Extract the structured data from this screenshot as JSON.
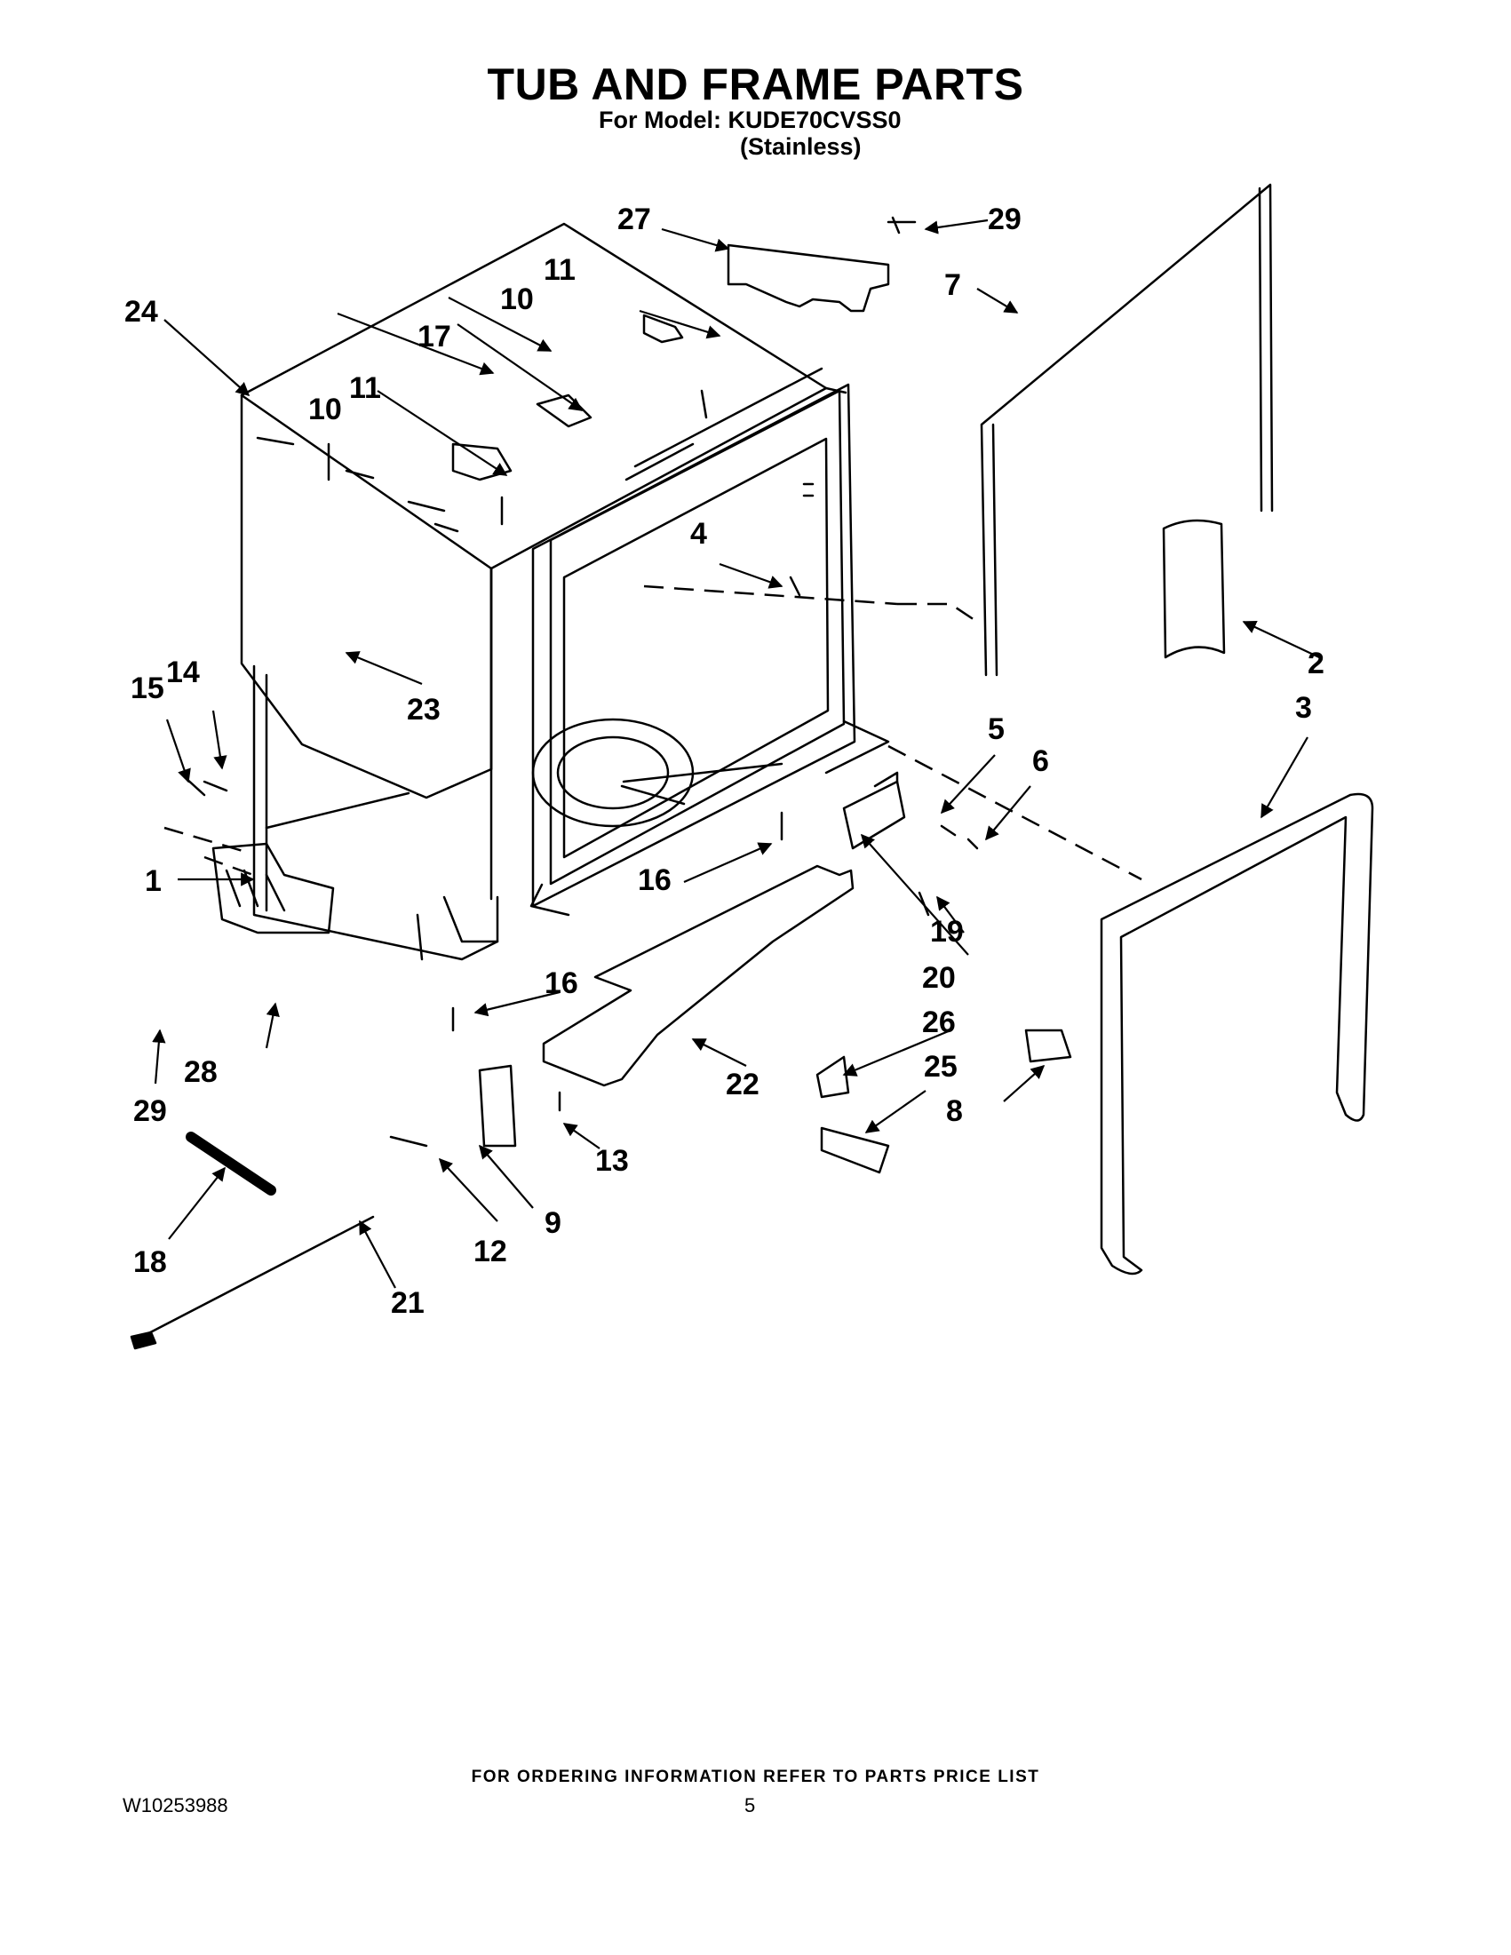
{
  "header": {
    "title": "TUB AND FRAME PARTS",
    "model_line": "For Model: KUDE70CVSS0",
    "finish": "(Stainless)"
  },
  "callouts": [
    "1",
    "2",
    "3",
    "4",
    "5",
    "6",
    "7",
    "8",
    "9",
    "10",
    "10",
    "11",
    "11",
    "12",
    "13",
    "14",
    "15",
    "16",
    "16",
    "17",
    "18",
    "19",
    "20",
    "21",
    "22",
    "23",
    "24",
    "25",
    "26",
    "27",
    "28",
    "29",
    "29"
  ],
  "footer": {
    "order_note": "FOR ORDERING INFORMATION REFER TO PARTS PRICE LIST",
    "doc_number": "W10253988",
    "page": "5"
  }
}
